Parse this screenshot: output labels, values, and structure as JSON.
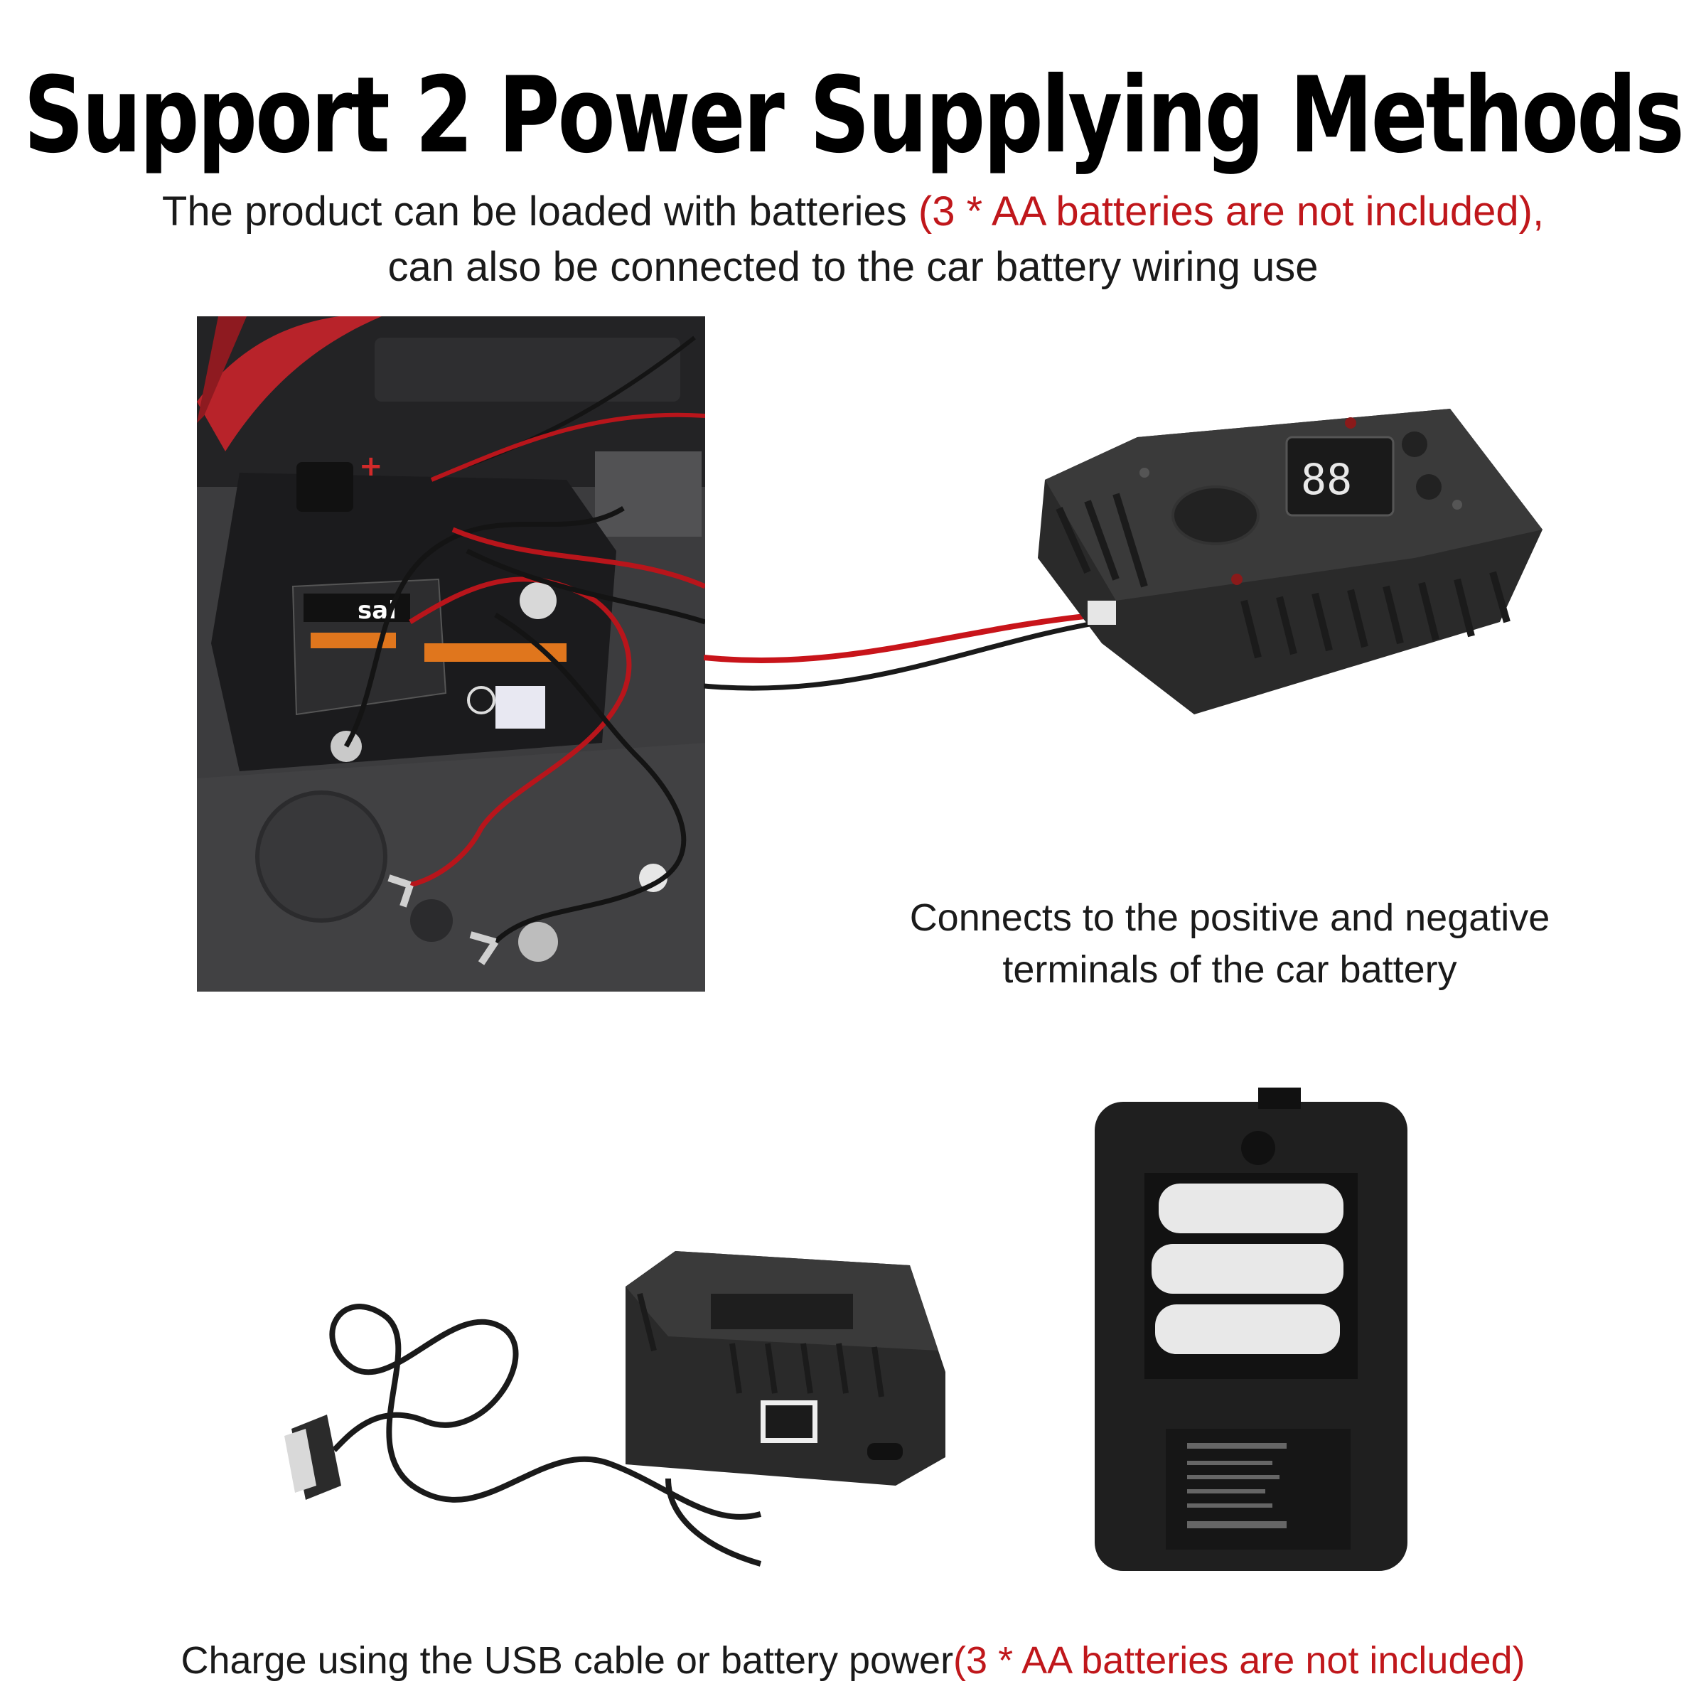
{
  "header": {
    "title": "Support 2 Power Supplying Methods",
    "subtitle_line1_black": "The product can be loaded with batteries ",
    "subtitle_line1_red": "(3 * AA batteries are not included),",
    "subtitle_line2": "can also be connected to the car battery wiring use"
  },
  "car_battery_section": {
    "photo_label": "car-battery-wiring-photo",
    "battery_brand": "sai",
    "caption_line1": "Connects to the positive and negative",
    "caption_line2": "terminals of the car battery"
  },
  "usb_section": {
    "caption_black": "Charge using the USB cable or battery power",
    "caption_red": "(3 * AA batteries are not included)"
  },
  "colors": {
    "accent_red": "#c0171b",
    "device_body": "#2a2a2a",
    "wire_red": "#c8141a",
    "wire_black": "#1a1a1a"
  },
  "icons": [
    "car-battery-icon",
    "wire-icon",
    "tire-pressure-device-icon",
    "usb-cable-icon",
    "aa-battery-icon",
    "power-switch-icon"
  ]
}
